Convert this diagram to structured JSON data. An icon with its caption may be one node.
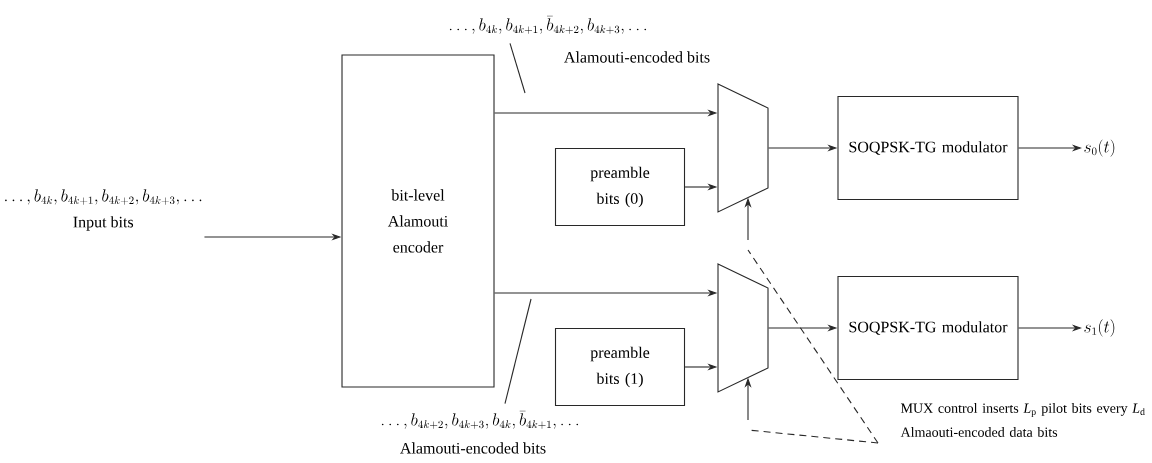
{
  "diagram": {
    "nodes": [
      {
        "text": [
          "\\ldots, b_{4k}, b_{4k+1}, b_{4k+2}, b_{4k+3}, \\ldots",
          "Input bits"
        ]
      },
      {
        "text": [
          "bit-level Alamouti encoder"
        ]
      },
      {
        "text": [
          "preamble bits (0)"
        ]
      },
      {
        "text": [],
        "shape": "trapezoid"
      },
      {
        "text": [
          "SOQPSK-TG modulator"
        ]
      },
      {
        "text": [
          "s_0(t)"
        ]
      },
      {
        "text": [
          "preamble bits (1)"
        ]
      },
      {
        "text": [],
        "shape": "trapezoid"
      },
      {
        "text": [
          "SOQPSK-TG modulator"
        ]
      },
      {
        "text": [
          "s_1(t)"
        ]
      },
      {
        "text": [
          "MUX control inserts *L*$_{p}$ pilot bits every *L*$_{d}$ Almaouti-encoded data bits"
        ]
      },
      {
        "text": [
          "\\ldots, b_{4k}, b_{4k+1}, \\bar{b}_{4k+2}, b_{4k+3}, \\ldots",
          "Alamouti-encoded bits"
        ]
      },
      {
        "text": [
          "\\ldots, b_{4k+2}, b_{4k+3}, b_{4k}, \\bar{b}_{4k+1}, \\ldots",
          "Alamouti-encoded bits"
        ]
      }
    ],
    "edges": [
      {
        "from": 0,
        "to": 1,
        "arrow": "to"
      },
      {
        "from": 1,
        "to": 3,
        "arrow": "to"
      },
      {
        "from": 2,
        "to": 3,
        "arrow": "to"
      },
      {
        "from": 3,
        "to": 4,
        "arrow": "to"
      },
      {
        "from": 4,
        "to": 5,
        "arrow": "to"
      },
      {
        "from": 1,
        "to": 7,
        "arrow": "to"
      },
      {
        "from": 6,
        "to": 7,
        "arrow": "to"
      },
      {
        "from": 7,
        "to": 8,
        "arrow": "to"
      },
      {
        "from": 8,
        "to": 9,
        "arrow": "to"
      },
      {
        "from": null,
        "to": 3,
        "arrow": "to"
      },
      {
        "from": null,
        "to": 7,
        "arrow": "to"
      },
      {
        "from": 10,
        "to": null,
        "arrow": "none",
        "style": "dashed"
      },
      {
        "from": 10,
        "to": null,
        "arrow": "none",
        "style": "dashed"
      },
      {
        "from": 11,
        "to": null,
        "arrow": "none"
      },
      {
        "from": 12,
        "to": null,
        "arrow": "none"
      }
    ]
  }
}
